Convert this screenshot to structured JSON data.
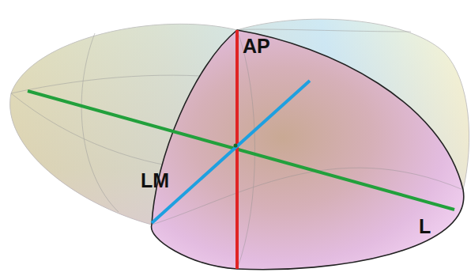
{
  "diagram": {
    "labels": [
      "AP",
      "LM",
      "L"
    ]
  }
}
